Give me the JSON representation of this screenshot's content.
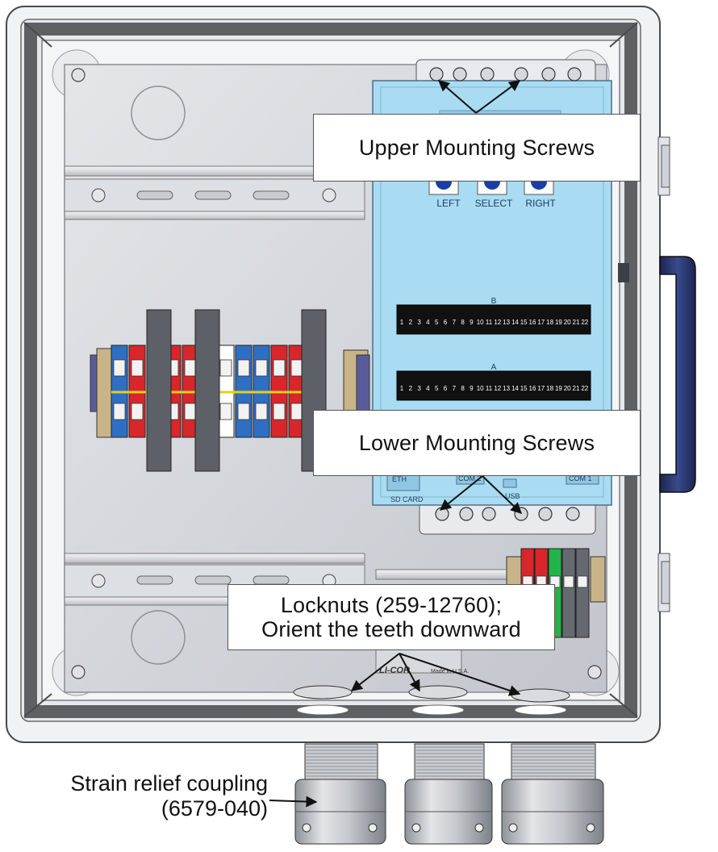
{
  "callouts": {
    "upper_mounting": "Upper Mounting Screws",
    "lower_mounting": "Lower Mounting Screws",
    "locknuts_line1": "Locknuts (259-12760);",
    "locknuts_line2": "Orient the teeth downward",
    "strain_line1": "Strain relief coupling",
    "strain_line2": "(6579-040)"
  },
  "logger": {
    "buttons": [
      "LEFT",
      "SELECT",
      "RIGHT"
    ],
    "row_b_label": "B",
    "row_a_label": "A",
    "pin_numbers": [
      "1",
      "2",
      "3",
      "4",
      "5",
      "6",
      "7",
      "8",
      "9",
      "10",
      "11",
      "12",
      "13",
      "14",
      "15",
      "16",
      "17",
      "18",
      "19",
      "20",
      "21",
      "22"
    ],
    "ports": {
      "eth": "ETH",
      "sd_card": "SD CARD",
      "com2": "COM 2",
      "usb": "USB",
      "com1": "COM 1"
    }
  },
  "plate": {
    "brand": "LI-COR",
    "made_in": "Made in U.S.A."
  },
  "colors": {
    "logger_body": "#a9dcf3",
    "enclosure": "#eef0f2",
    "handle": "#283565",
    "terminal_red": "#d8262b",
    "terminal_blue": "#2f6fc3",
    "terminal_green": "#22b34a"
  }
}
